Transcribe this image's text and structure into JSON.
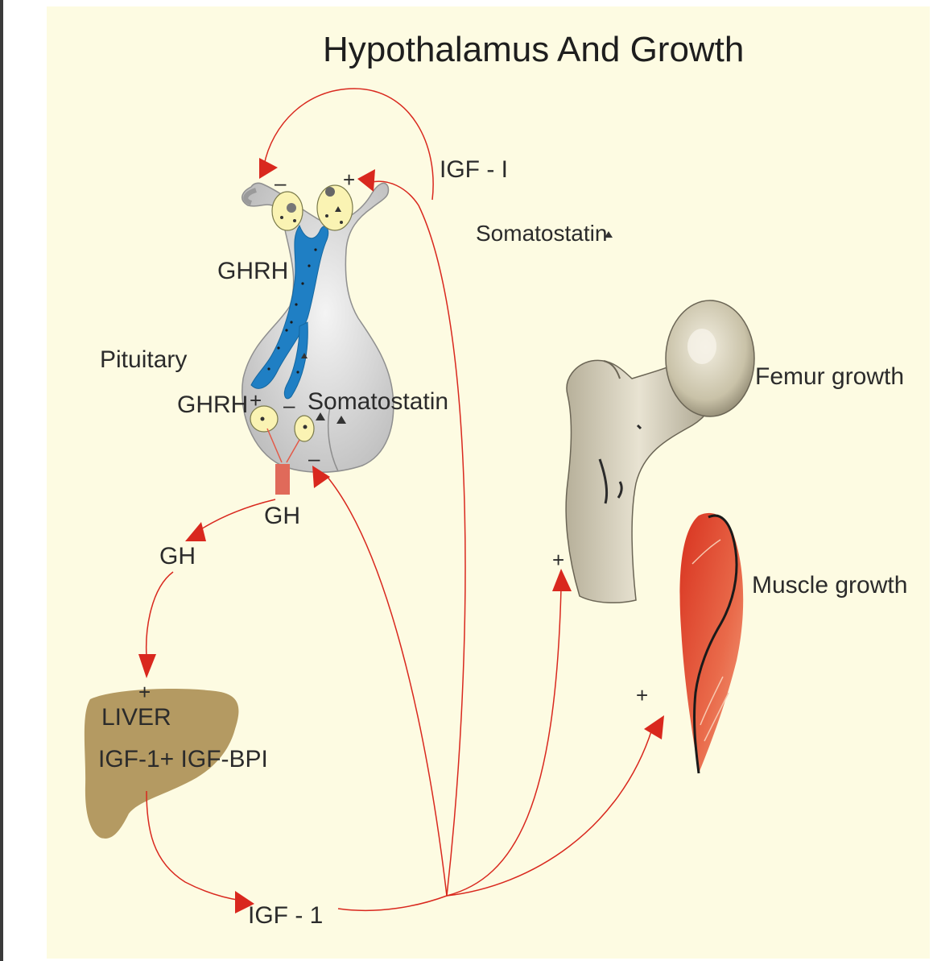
{
  "title": "Hypothalamus And Growth",
  "labels": {
    "igf_top": "IGF - I",
    "somatostatin_right": "Somatostatin",
    "ghrh_top": "GHRH",
    "pituitary": "Pituitary",
    "ghrh_bottom": "GHRH",
    "somatostatin_mid": "Somatostatin",
    "gh_pituitary": "GH",
    "gh_left": "GH",
    "liver": "LIVER",
    "liver_products": "IGF-1+ IGF-BPI",
    "igf_bottom": "IGF - 1",
    "femur": "Femur growth",
    "muscle": "Muscle growth"
  },
  "signs": {
    "plus": "+",
    "minus": "–"
  },
  "colors": {
    "background": "#fdfbe2",
    "arrow": "#d9281e",
    "pituitary": "#cfcfcf",
    "neuron_tract": "#1f7fc4",
    "liver": "#b49a62",
    "muscle": "#d9442c",
    "bone": "#d8d1b9"
  }
}
